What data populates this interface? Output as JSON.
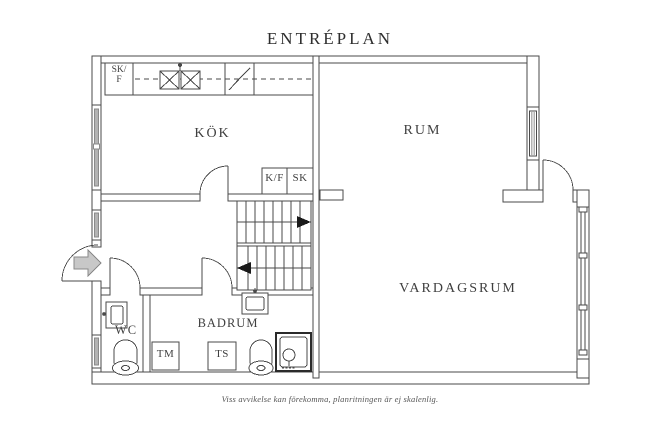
{
  "title": "ENTRÉPLAN",
  "disclaimer": "Viss avvikelse kan förekomma, planritningen är ej skalenlig.",
  "rooms": {
    "kok": "KÖK",
    "rum": "RUM",
    "vardagsrum": "VARDAGSRUM",
    "badrum": "BADRUM",
    "wc": "WC"
  },
  "labels": {
    "skf_line1": "SK/",
    "skf_line2": "F",
    "kf": "K/F",
    "sk": "SK",
    "tm": "TM",
    "ts": "TS"
  },
  "colors": {
    "wall_line": "#4a4a4a",
    "text": "#3f3f3f",
    "window_glass": "#b3b3b3",
    "entry_arrow": "#c8c8c8",
    "stair_arrow": "#1a1a1a"
  }
}
